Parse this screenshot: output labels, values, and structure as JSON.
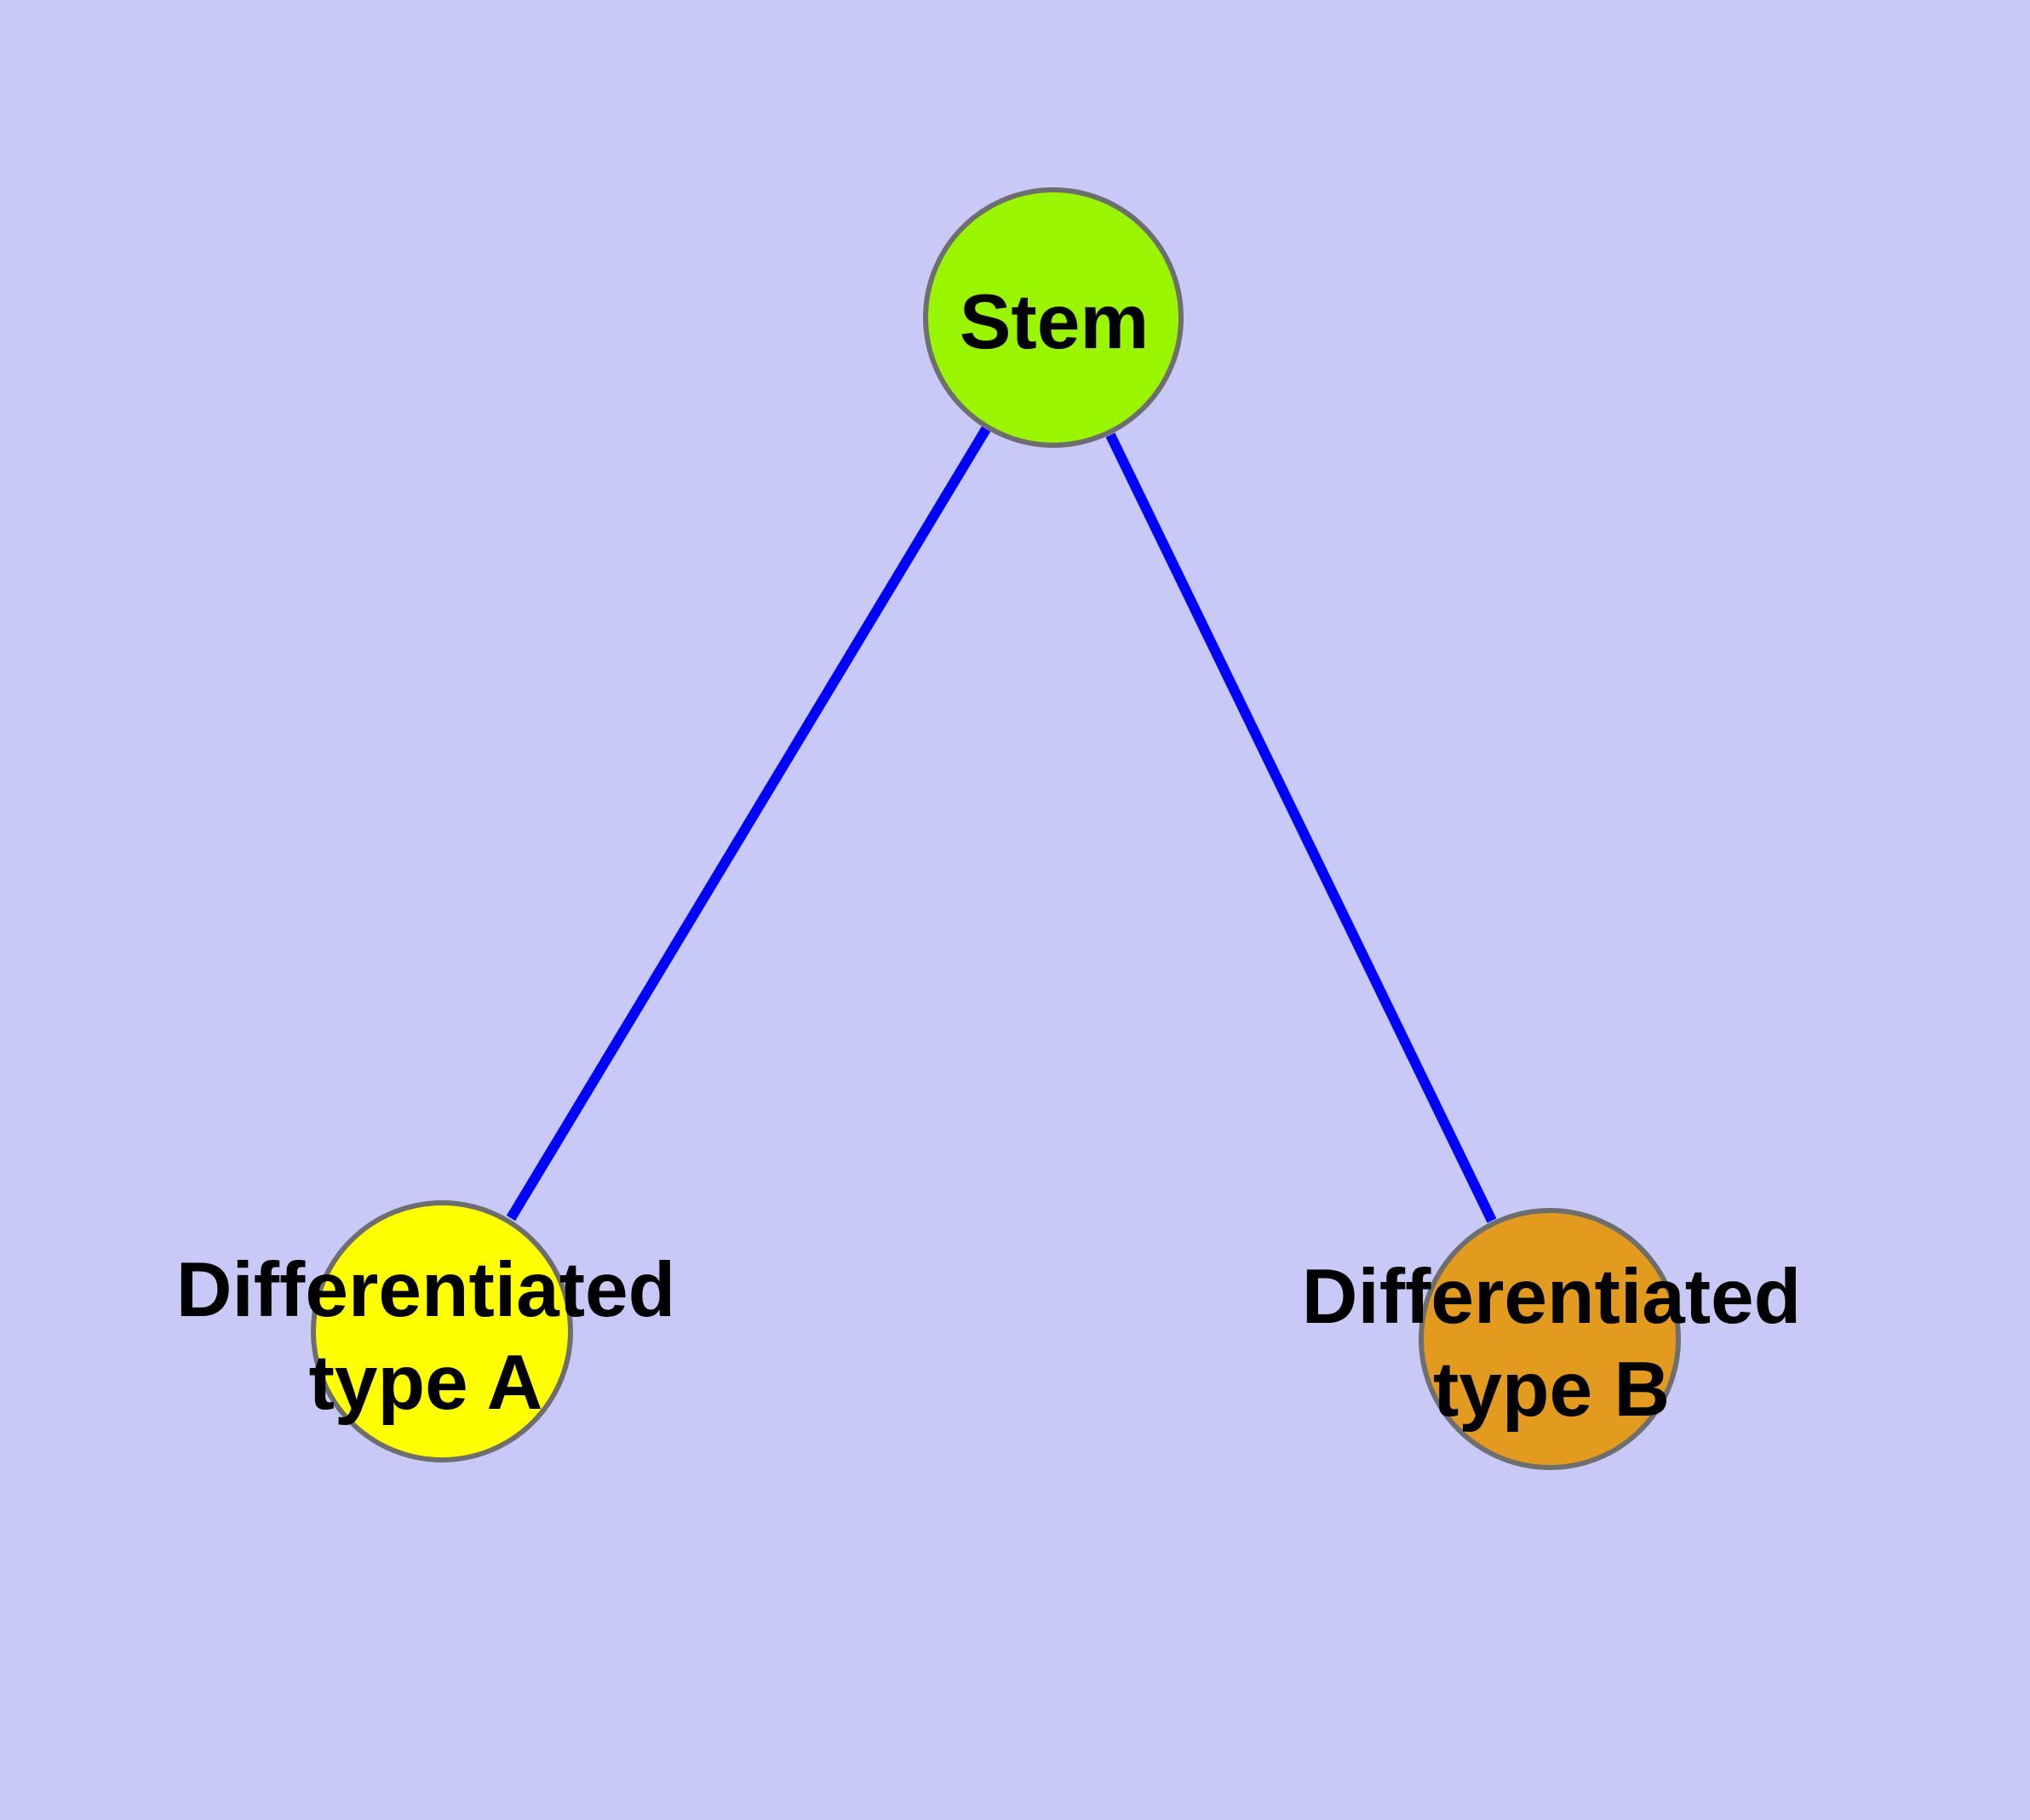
{
  "diagram": {
    "type": "node-link-graph",
    "background_color": "#c9c9f8",
    "edge_color": "#0000ff",
    "node_border_color": "#6e6e6e",
    "label_color": "#000000",
    "nodes": [
      {
        "id": "stem",
        "label": "Stem",
        "fill": "#9af500"
      },
      {
        "id": "differentiated-type-a",
        "label": "Differentiated type A",
        "line1": "Differentiated",
        "line2": "type A",
        "fill": "#ffff00"
      },
      {
        "id": "differentiated-type-b",
        "label": "Differentiated type B",
        "line1": "Differentiated",
        "line2": "type B",
        "fill": "#e39b1f"
      }
    ],
    "edges": [
      {
        "from": "Stem",
        "to": "Differentiated type A"
      },
      {
        "from": "Stem",
        "to": "Differentiated type B"
      }
    ]
  }
}
